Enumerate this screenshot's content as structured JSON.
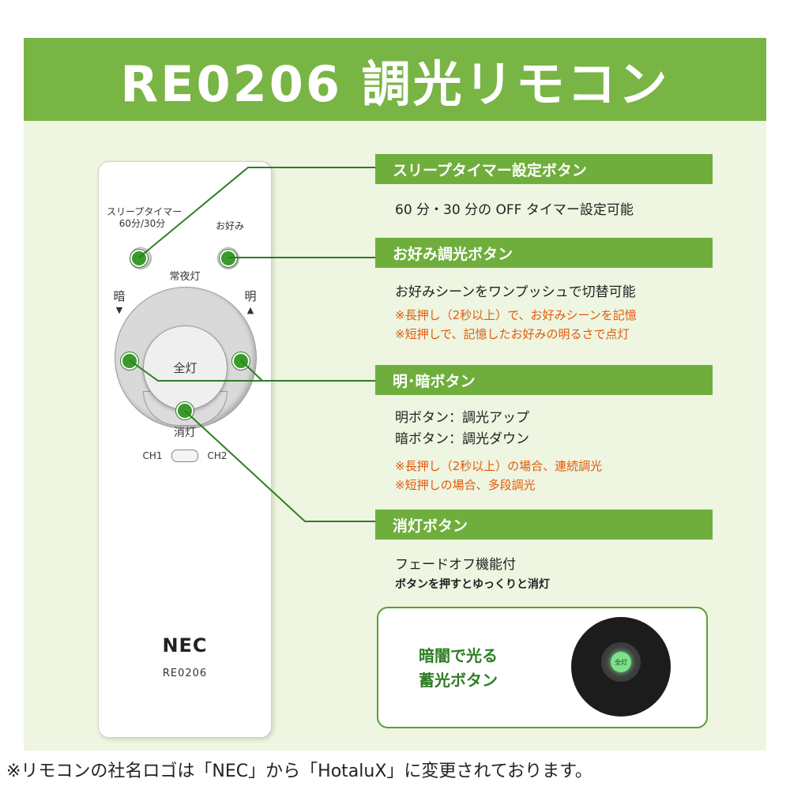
{
  "title": "RE0206 調光リモコン",
  "remote": {
    "sleep_label_1": "スリープタイマー",
    "sleep_label_2": "60分/30分",
    "favorite_label": "お好み",
    "night_label": "常夜灯",
    "dark_label": "暗",
    "bright_label": "明",
    "all_on_label": "全灯",
    "off_label": "消灯",
    "ch1_label": "CH1",
    "ch2_label": "CH2",
    "brand": "NEC",
    "model": "RE0206"
  },
  "sections": [
    {
      "header": "スリープタイマー設定ボタン",
      "desc": [
        "60 分・30 分の OFF タイマー設定可能"
      ],
      "notes": []
    },
    {
      "header": "お好み調光ボタン",
      "desc": [
        "お好みシーンをワンプッシュで切替可能"
      ],
      "notes": [
        "※長押し（2秒以上）で、お好みシーンを記憶",
        "※短押しで、記憶したお好みの明るさで点灯"
      ]
    },
    {
      "header": "明･暗ボタン",
      "desc": [
        "明ボタン：調光アップ",
        "暗ボタン：調光ダウン"
      ],
      "notes": [
        "※長押し（2秒以上）の場合、連続調光",
        "※短押しの場合、多段調光"
      ]
    },
    {
      "header": "消灯ボタン",
      "desc": [
        "フェードオフ機能付"
      ],
      "sub": "ボタンを押すとゆっくりと消灯",
      "notes": []
    }
  ],
  "glow": {
    "line1": "暗闇で光る",
    "line2": "蓄光ボタン",
    "button_text": "全灯"
  },
  "footer": "※リモコンの社名ロゴは「NEC」から「HotaluX」に変更されております。",
  "colors": {
    "accent": "#78b545",
    "section": "#6fae3c",
    "note": "#e05a0a",
    "dot": "#3a9a2c"
  }
}
